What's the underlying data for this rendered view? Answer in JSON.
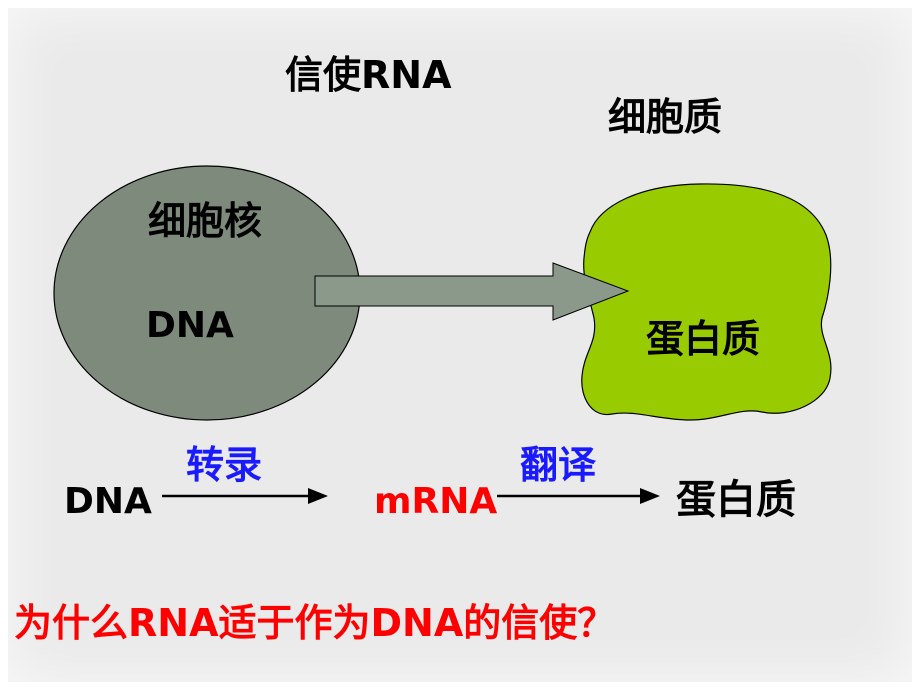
{
  "diagram": {
    "messenger_label": "信使RNA",
    "cytoplasm_label": "细胞质",
    "nucleus_label": "细胞核",
    "nucleus_dna": "DNA",
    "protein_label": "蛋白质"
  },
  "flow": {
    "dna": "DNA",
    "transcription": "转录",
    "mrna": "mRNA",
    "translation": "翻译",
    "protein": "蛋白质"
  },
  "question": "为什么RNA适于作为DNA的信使？",
  "colors": {
    "nucleus_fill": "#7d8a7c",
    "cytoplasm_fill": "#99cc00",
    "arrow_fill": "#8a9989",
    "process_label": "#1a1aff",
    "mrna": "#ff0000",
    "question": "#ff0000"
  }
}
